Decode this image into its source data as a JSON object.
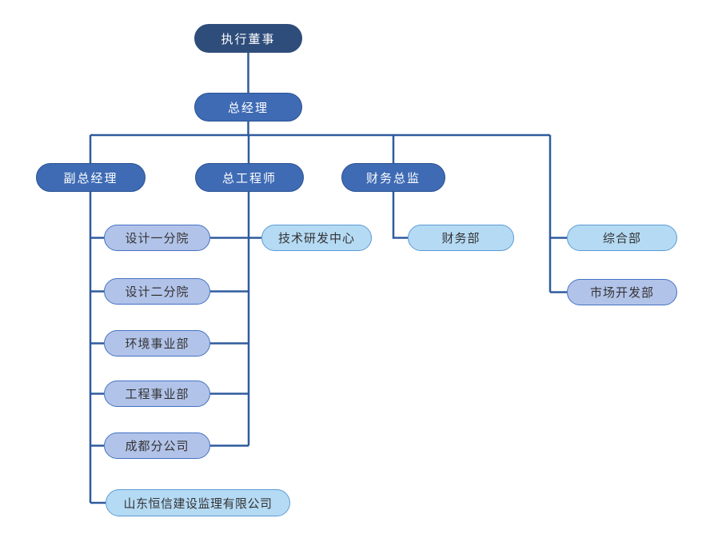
{
  "chart_title": "",
  "colors": {
    "dark_fill": "#2E4D7B",
    "medium_fill": "#3E6BB4",
    "medium_border": "#2C5293",
    "lavender_fill": "#B2C3E9",
    "lavender_border": "#4472C4",
    "sky_fill": "#B5DAF4",
    "sky_border": "#5B9BD5",
    "connector": "#2F5B9E",
    "light_text": "#FFFFFF",
    "dark_text": "#333333"
  },
  "nodes": {
    "executive_director": {
      "label": "执行董事",
      "level": 1
    },
    "general_manager": {
      "label": "总经理",
      "level": 2
    },
    "deputy_general_manager": {
      "label": "副总经理",
      "level": 3
    },
    "chief_engineer": {
      "label": "总工程师",
      "level": 3
    },
    "finance_director": {
      "label": "财务总监",
      "level": 3
    },
    "design_branch_1": {
      "label": "设计一分院",
      "level": 4
    },
    "tech_rd_center": {
      "label": "技术研发中心",
      "level": 4
    },
    "finance_dept": {
      "label": "财务部",
      "level": 4
    },
    "general_dept": {
      "label": "综合部",
      "level": 4
    },
    "design_branch_2": {
      "label": "设计二分院",
      "level": 4
    },
    "market_dev_dept": {
      "label": "市场开发部",
      "level": 4
    },
    "environment_div": {
      "label": "环境事业部",
      "level": 4
    },
    "engineering_div": {
      "label": "工程事业部",
      "level": 4
    },
    "chengdu_branch": {
      "label": "成都分公司",
      "level": 4
    },
    "shandong_hengxin": {
      "label": "山东恒信建设监理有限公司",
      "level": 4
    }
  },
  "edges": [
    [
      "executive_director",
      "general_manager"
    ],
    [
      "general_manager",
      "deputy_general_manager"
    ],
    [
      "general_manager",
      "chief_engineer"
    ],
    [
      "general_manager",
      "finance_director"
    ],
    [
      "general_manager",
      "general_dept"
    ],
    [
      "general_manager",
      "market_dev_dept"
    ],
    [
      "deputy_general_manager",
      "design_branch_1"
    ],
    [
      "deputy_general_manager",
      "design_branch_2"
    ],
    [
      "deputy_general_manager",
      "environment_div"
    ],
    [
      "deputy_general_manager",
      "engineering_div"
    ],
    [
      "deputy_general_manager",
      "chengdu_branch"
    ],
    [
      "deputy_general_manager",
      "shandong_hengxin"
    ],
    [
      "chief_engineer",
      "tech_rd_center"
    ],
    [
      "chief_engineer",
      "design_branch_1"
    ],
    [
      "chief_engineer",
      "design_branch_2"
    ],
    [
      "chief_engineer",
      "environment_div"
    ],
    [
      "chief_engineer",
      "engineering_div"
    ],
    [
      "chief_engineer",
      "chengdu_branch"
    ],
    [
      "finance_director",
      "finance_dept"
    ]
  ]
}
